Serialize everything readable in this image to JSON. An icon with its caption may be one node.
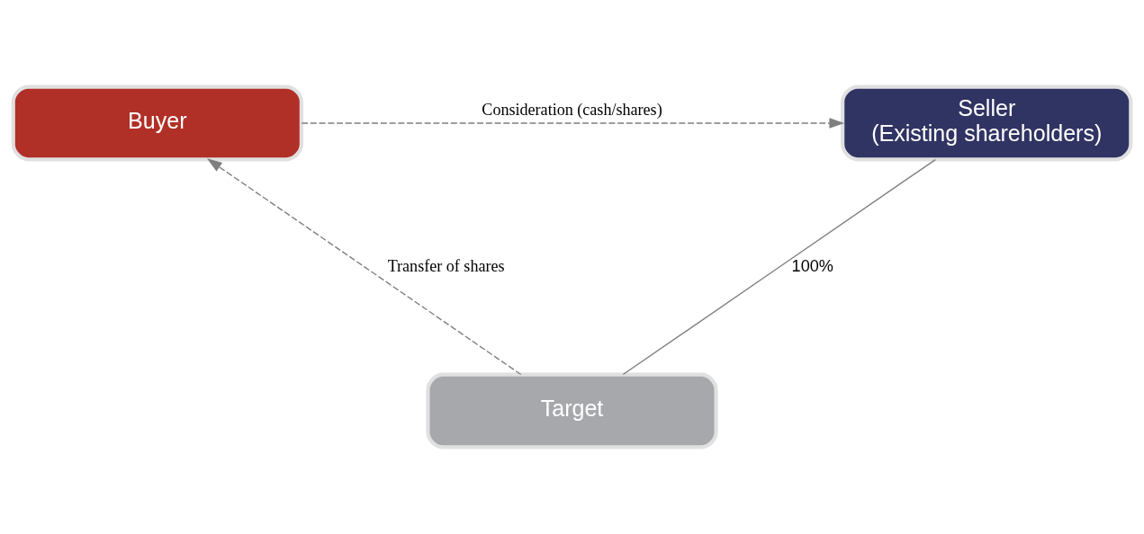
{
  "diagram": {
    "nodes": [
      {
        "text": [
          "Buyer"
        ]
      },
      {
        "text": [
          "Seller",
          "(Existing shareholders)"
        ]
      },
      {
        "text": [
          "Target"
        ]
      }
    ],
    "edges": [
      {
        "from": 0,
        "to": 1,
        "arrow": "to",
        "label": "Consideration (cash/shares)",
        "style": "dashed"
      },
      {
        "from": 1,
        "to": 2,
        "arrow": "none",
        "label": "100%"
      },
      {
        "from": 2,
        "to": 0,
        "arrow": "to",
        "label": "Transfer of shares",
        "style": "dashed"
      }
    ]
  }
}
